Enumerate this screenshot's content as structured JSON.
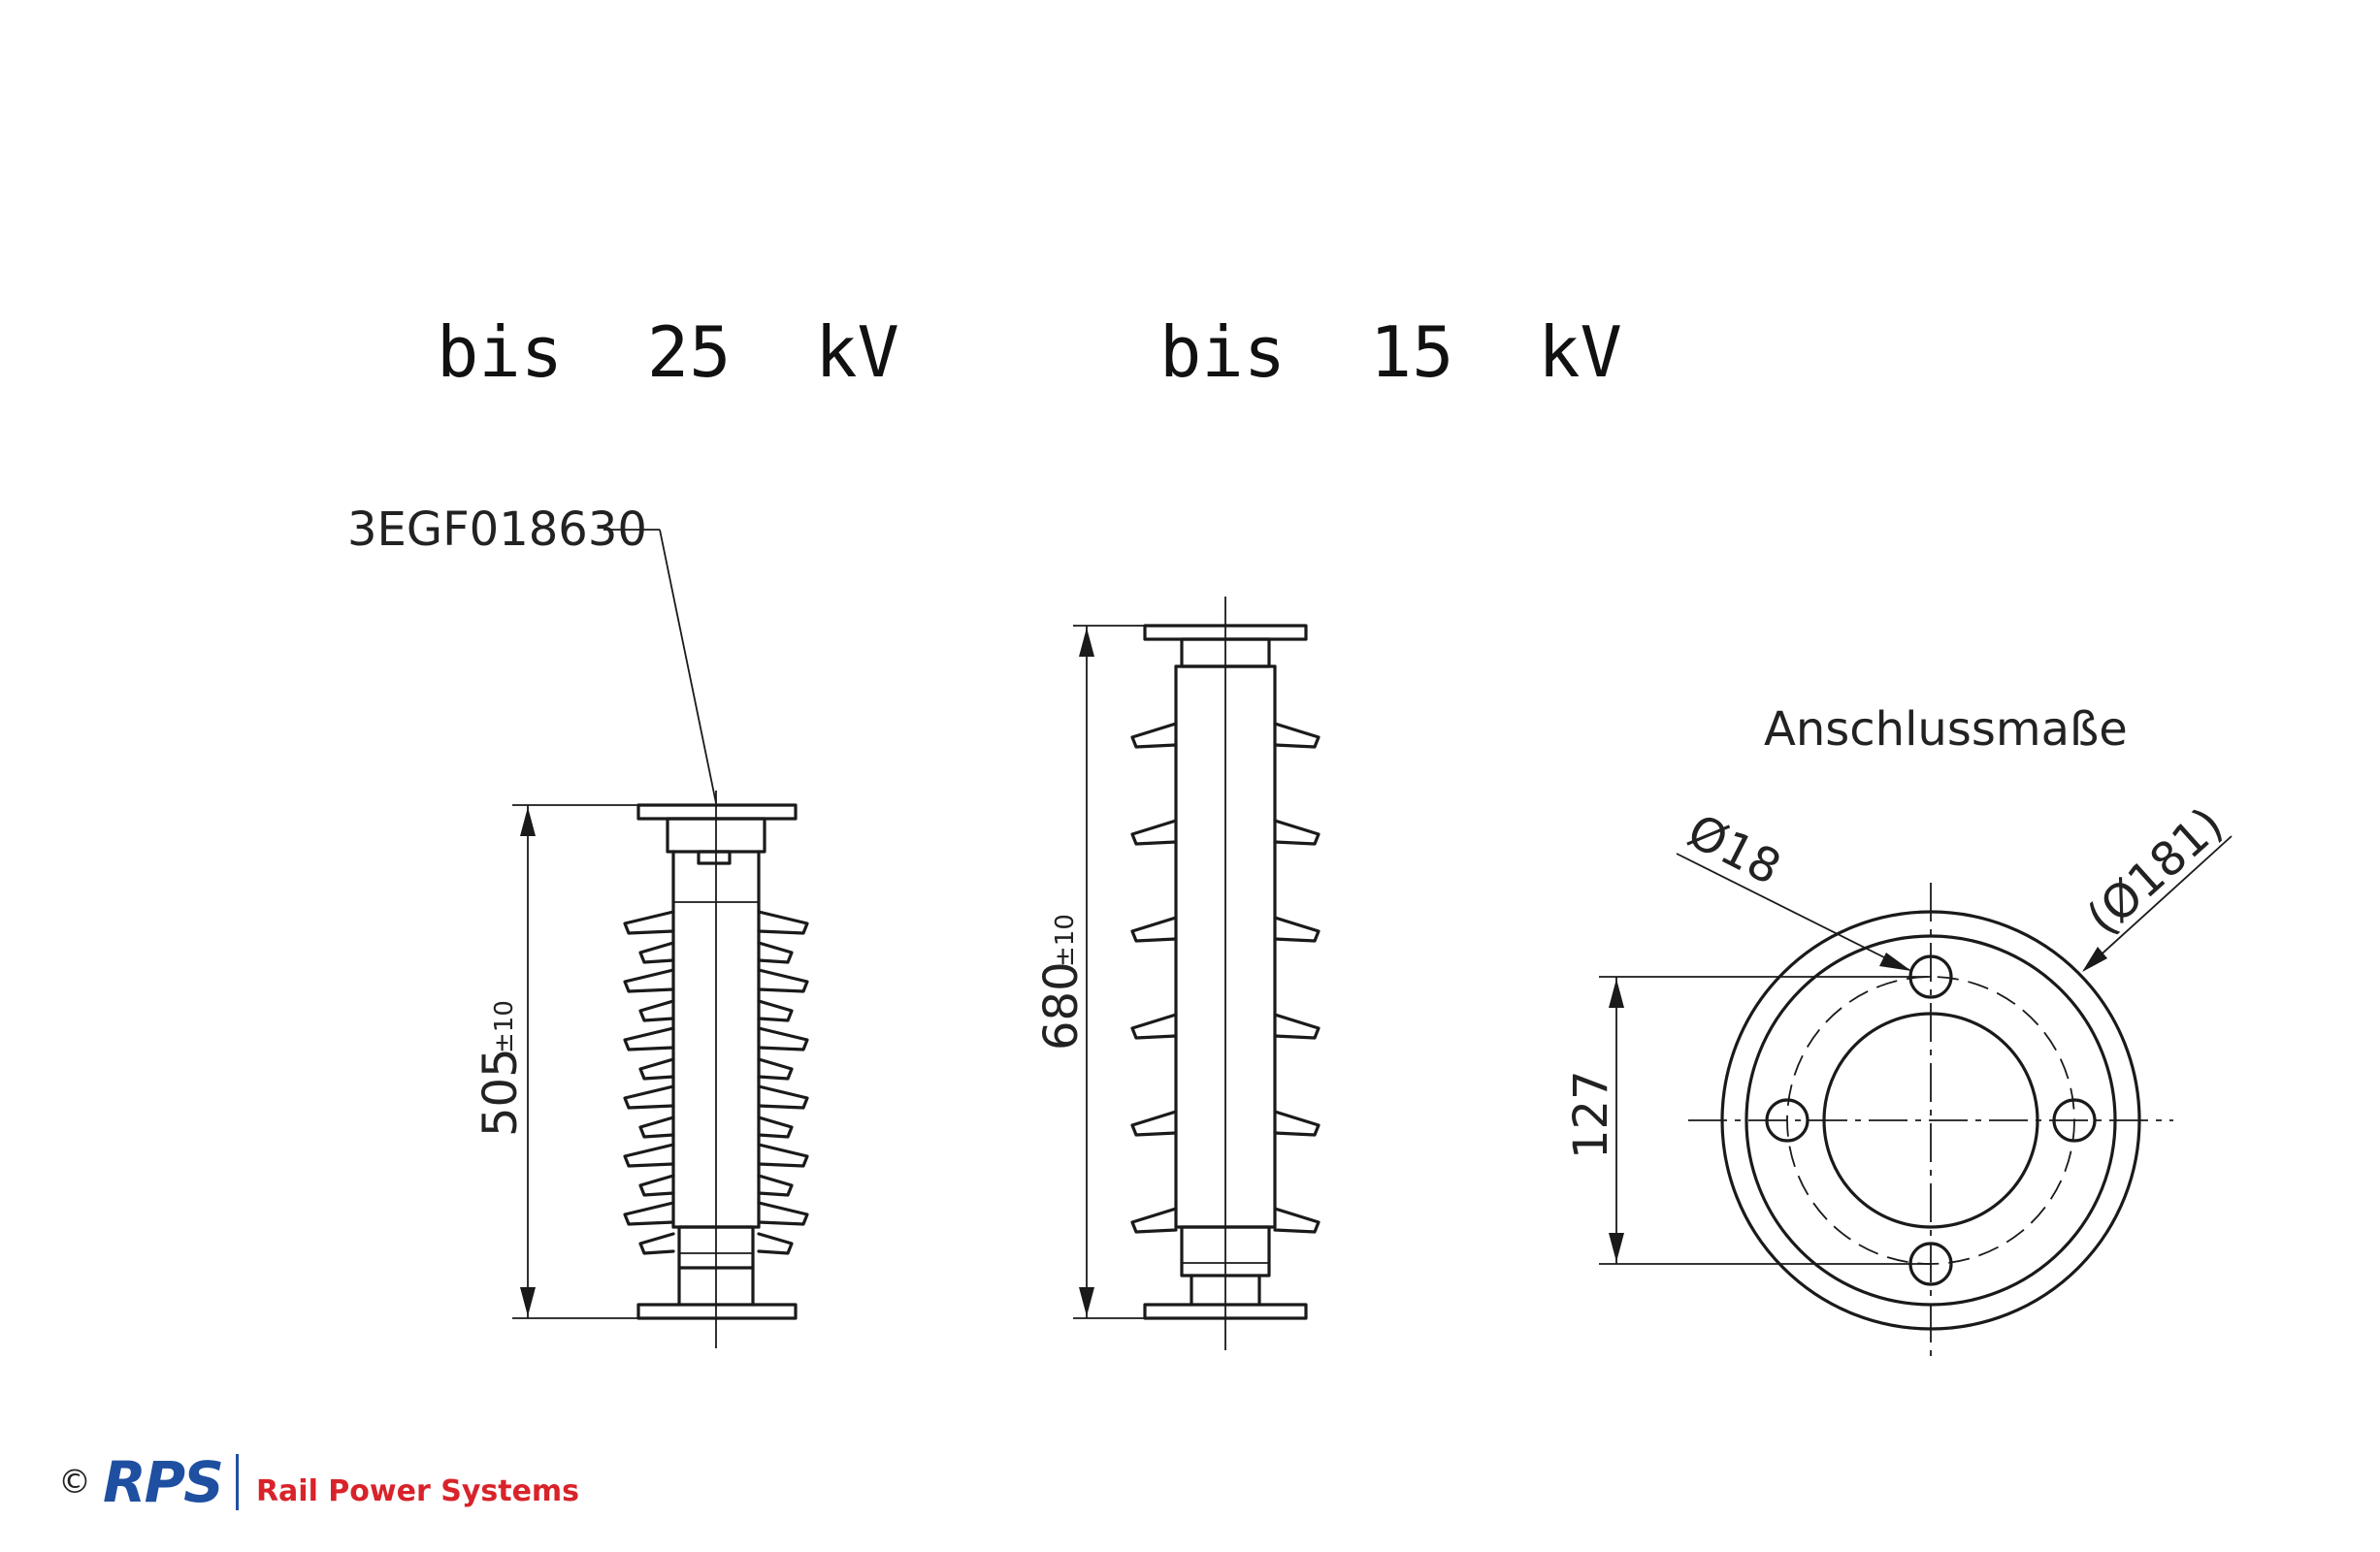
{
  "titles": {
    "left": "bis  25  kV",
    "middle": "bis  15  kV"
  },
  "labels": {
    "part_number": "3EGF018630",
    "height_left": "505",
    "height_left_tol": "±10",
    "height_middle": "680",
    "height_middle_tol": "±10",
    "connection_title": "Anschlussmaße",
    "hole_diameter": "Ø18",
    "flange_diameter": "(Ø181)",
    "bolt_spacing": "127"
  },
  "footer": {
    "copyright": "©",
    "logo_text": "RPS",
    "company": "Rail Power Systems"
  },
  "colors": {
    "line": "#1a1a1a",
    "brand_blue": "#1f4fa0",
    "brand_red": "#d8232a"
  }
}
